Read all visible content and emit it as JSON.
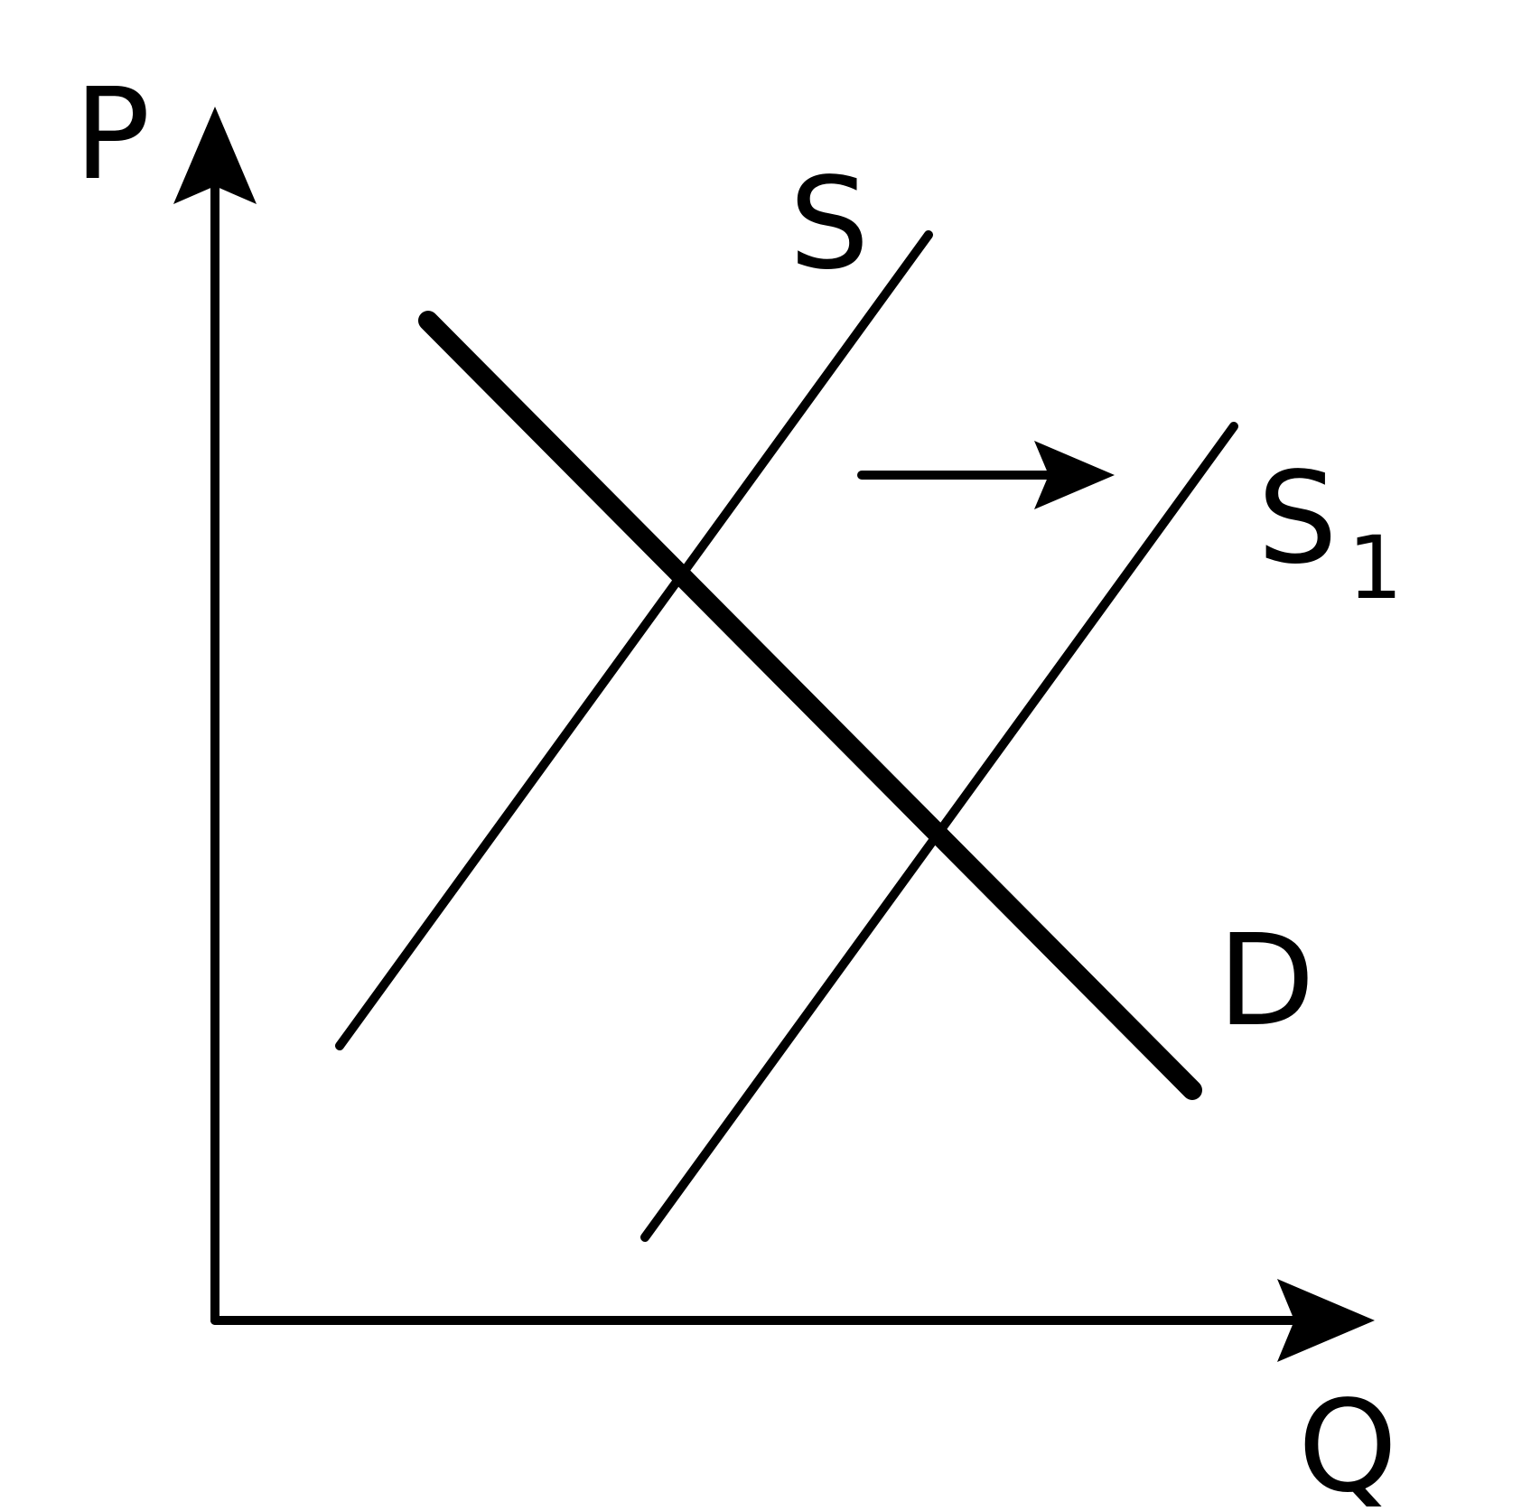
{
  "labels": {
    "p_axis": "P",
    "q_axis": "Q",
    "supply": "S",
    "supply_shift_base": "S",
    "supply_shift_sub": "1",
    "demand": "D"
  },
  "colors": {
    "ink": "#000000",
    "background": "#ffffff"
  }
}
